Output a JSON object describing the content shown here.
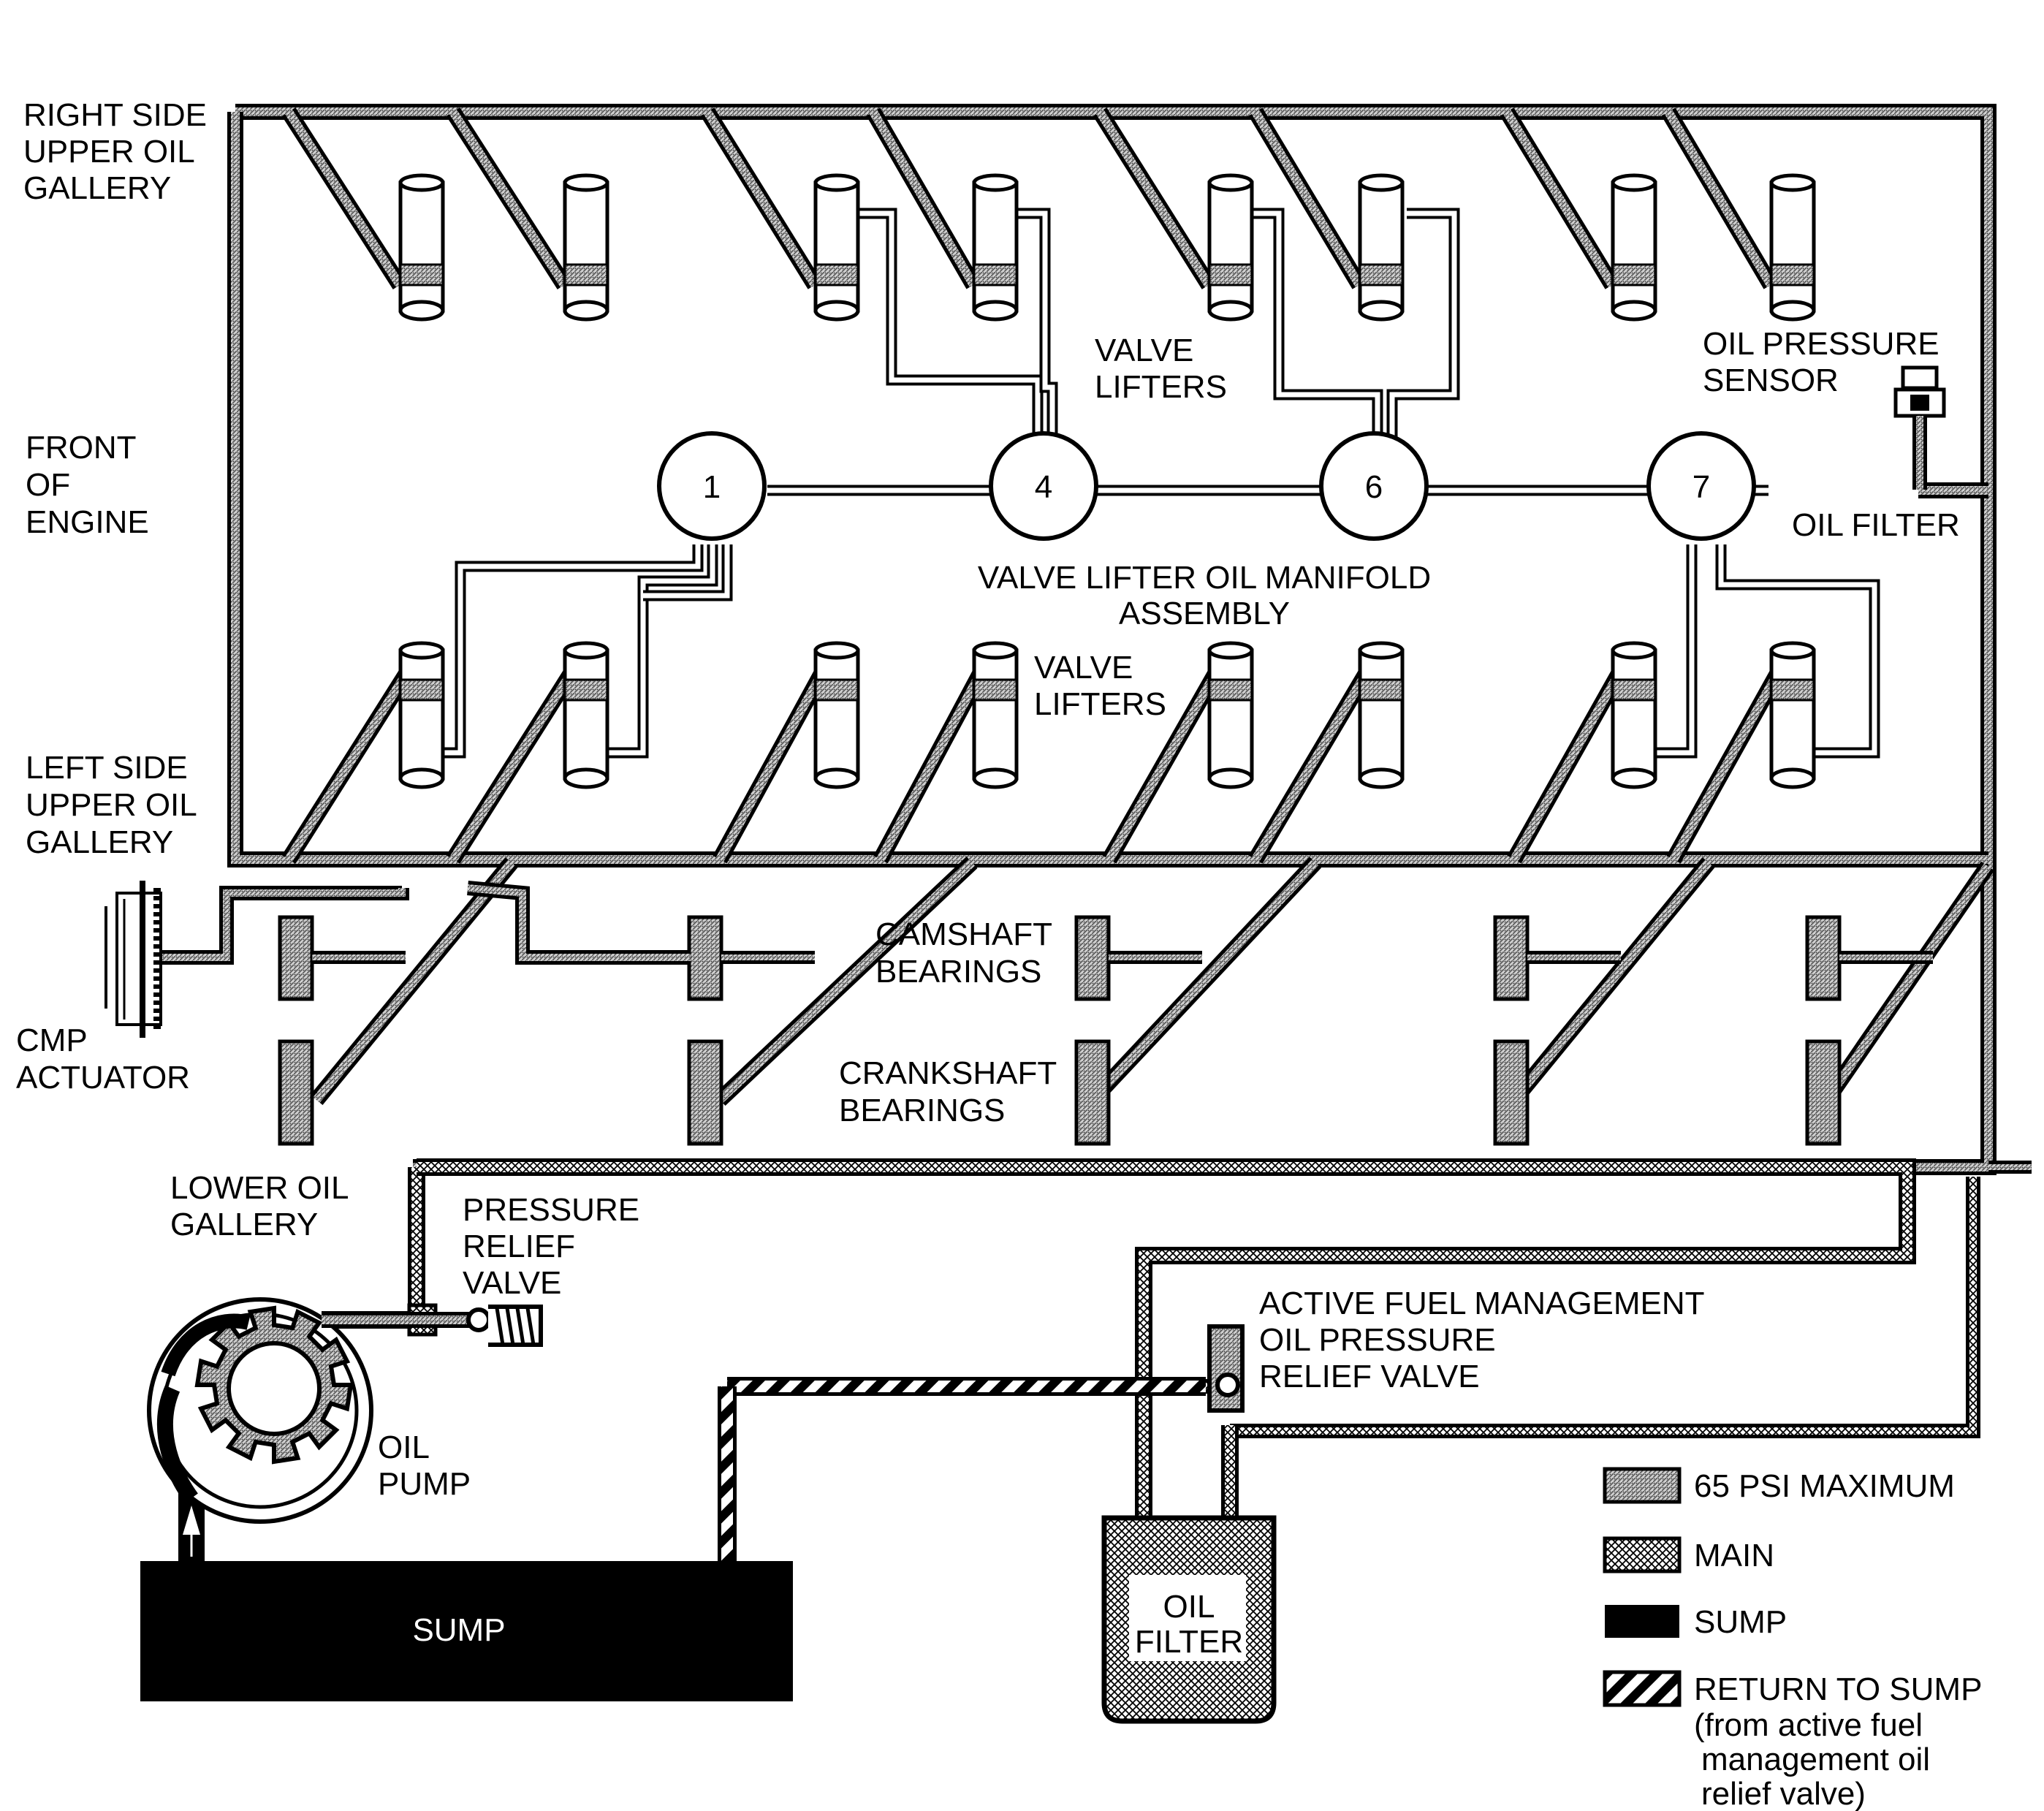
{
  "labels": {
    "right_gallery": [
      "RIGHT SIDE",
      "UPPER OIL",
      "GALLERY"
    ],
    "front": [
      "FRONT",
      "OF",
      "ENGINE"
    ],
    "left_gallery": [
      "LEFT SIDE",
      "UPPER OIL",
      "GALLERY"
    ],
    "cmp": [
      "CMP",
      "ACTUATOR"
    ],
    "lower_gallery": [
      "LOWER OIL",
      "GALLERY"
    ],
    "prv": [
      "PRESSURE",
      "RELIEF",
      "VALVE"
    ],
    "oil_pump": [
      "OIL",
      "PUMP"
    ],
    "sump": "SUMP",
    "valve_lifters_upper": [
      "VALVE",
      "LIFTERS"
    ],
    "valve_lifters_lower": [
      "VALVE",
      "LIFTERS"
    ],
    "ops": [
      "OIL PRESSURE",
      "SENSOR"
    ],
    "oil_filter_right": "OIL FILTER",
    "manifold": [
      "VALVE LIFTER OIL MANIFOLD",
      "ASSEMBLY"
    ],
    "cam_bearings": [
      "CAMSHAFT",
      "BEARINGS"
    ],
    "crank_bearings": [
      "CRANKSHAFT",
      "BEARINGS"
    ],
    "afm": [
      "ACTIVE FUEL MANAGEMENT",
      "OIL PRESSURE",
      "RELIEF VALVE"
    ],
    "filter_canister": [
      "OIL",
      "FILTER"
    ],
    "manifold_ports": [
      "1",
      "4",
      "6",
      "7"
    ]
  },
  "legend": {
    "items": [
      "65 PSI MAXIMUM",
      "MAIN",
      "SUMP",
      "RETURN TO SUMP"
    ],
    "note": [
      "(from active fuel",
      "management oil",
      "relief valve)"
    ]
  }
}
